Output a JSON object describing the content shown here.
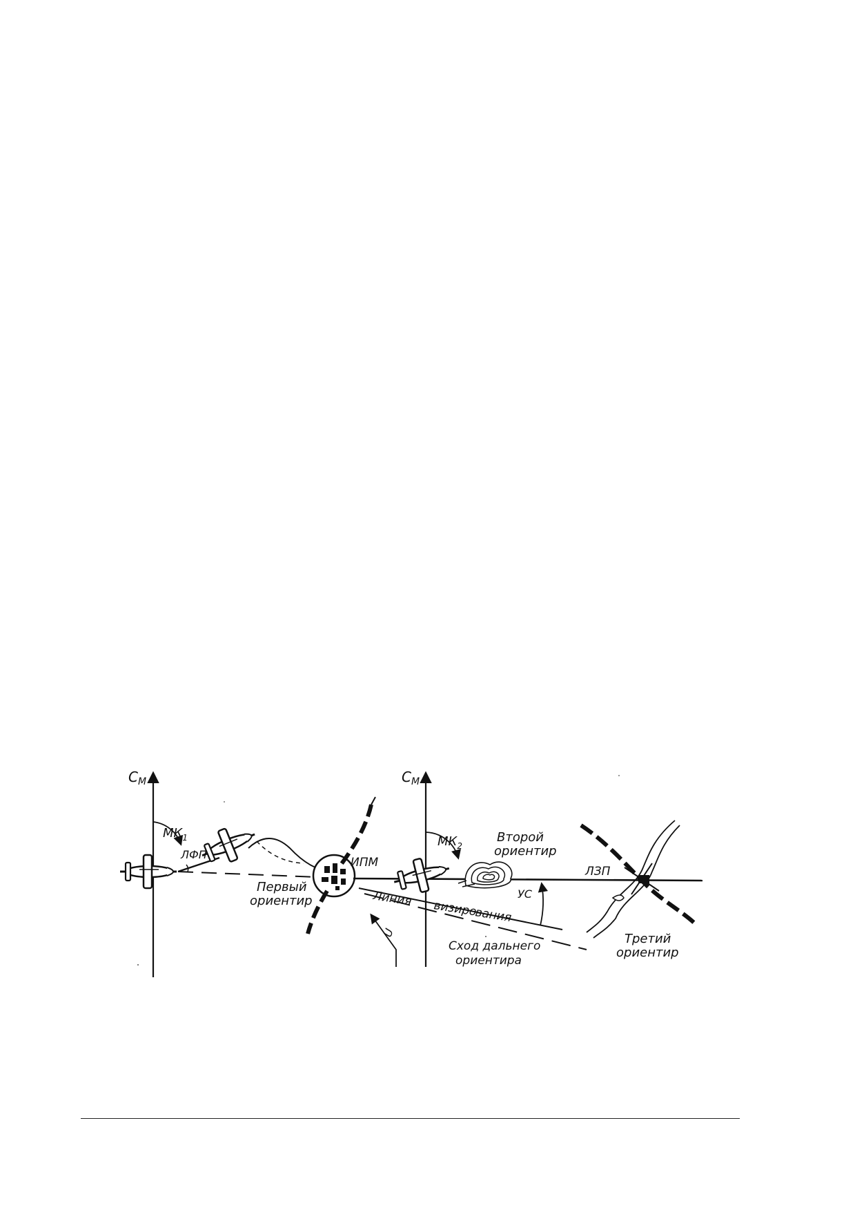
{
  "figure": {
    "axes": {
      "left_north_label": "С",
      "left_north_sub": "М",
      "right_north_label": "С",
      "right_north_sub": "М"
    },
    "angles": {
      "mk1_label": "МК",
      "mk1_sub": "1",
      "mk2_label": "МК",
      "mk2_sub": "2",
      "lfp_label": "ЛФП",
      "us_label": "УС"
    },
    "landmarks": {
      "first_line1": "Первый",
      "first_line2": "ориентир",
      "ipm_label": "ИПМ",
      "second_line1": "Второй",
      "second_line2": "ориентир",
      "third_line1": "Третий",
      "third_line2": "ориентир"
    },
    "lines": {
      "sight_word1": "Линия",
      "sight_word2": "визиро",
      "sight_word3": "вания",
      "drift_line1": "Сход дальнего",
      "drift_line2": "ориентира",
      "lzp_label": "ЛЗП",
      "wind_label": "U"
    }
  }
}
